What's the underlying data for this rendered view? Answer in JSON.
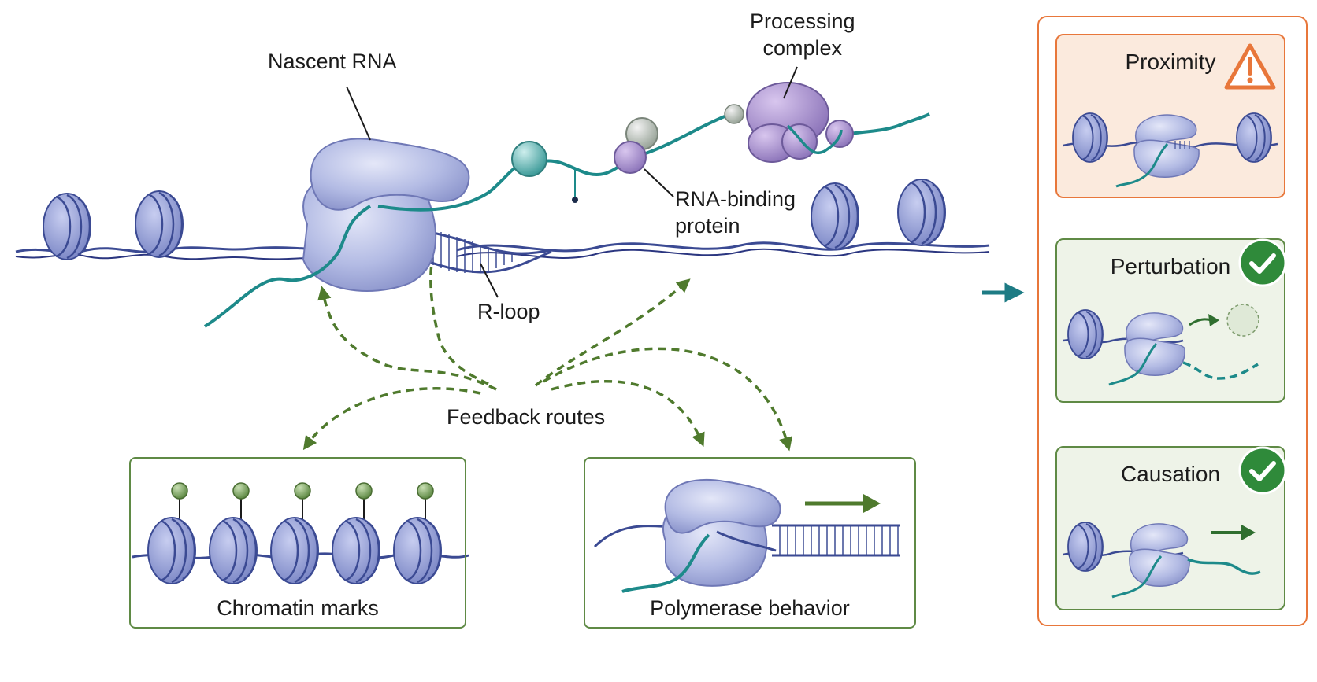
{
  "labels": {
    "nascent_rna": "Nascent RNA",
    "processing_complex_line1": "Processing",
    "processing_complex_line2": "complex",
    "rna_binding_line1": "RNA-binding",
    "rna_binding_line2": "protein",
    "r_loop": "R-loop",
    "feedback_routes": "Feedback routes"
  },
  "boxes": {
    "chromatin_marks": "Chromatin marks",
    "polymerase_behavior": "Polymerase behavior"
  },
  "steps": [
    {
      "title": "Proximity",
      "badge": "warning"
    },
    {
      "title": "Perturbation",
      "badge": "check"
    },
    {
      "title": "Causation",
      "badge": "check"
    }
  ],
  "colors": {
    "polymerase": "#b7bee6",
    "dna": "#3b4a93",
    "rna": "#1d8a8a",
    "feedback": "#4f7a2d",
    "accent_orange": "#e8773b",
    "success_green": "#2f8a3a"
  }
}
